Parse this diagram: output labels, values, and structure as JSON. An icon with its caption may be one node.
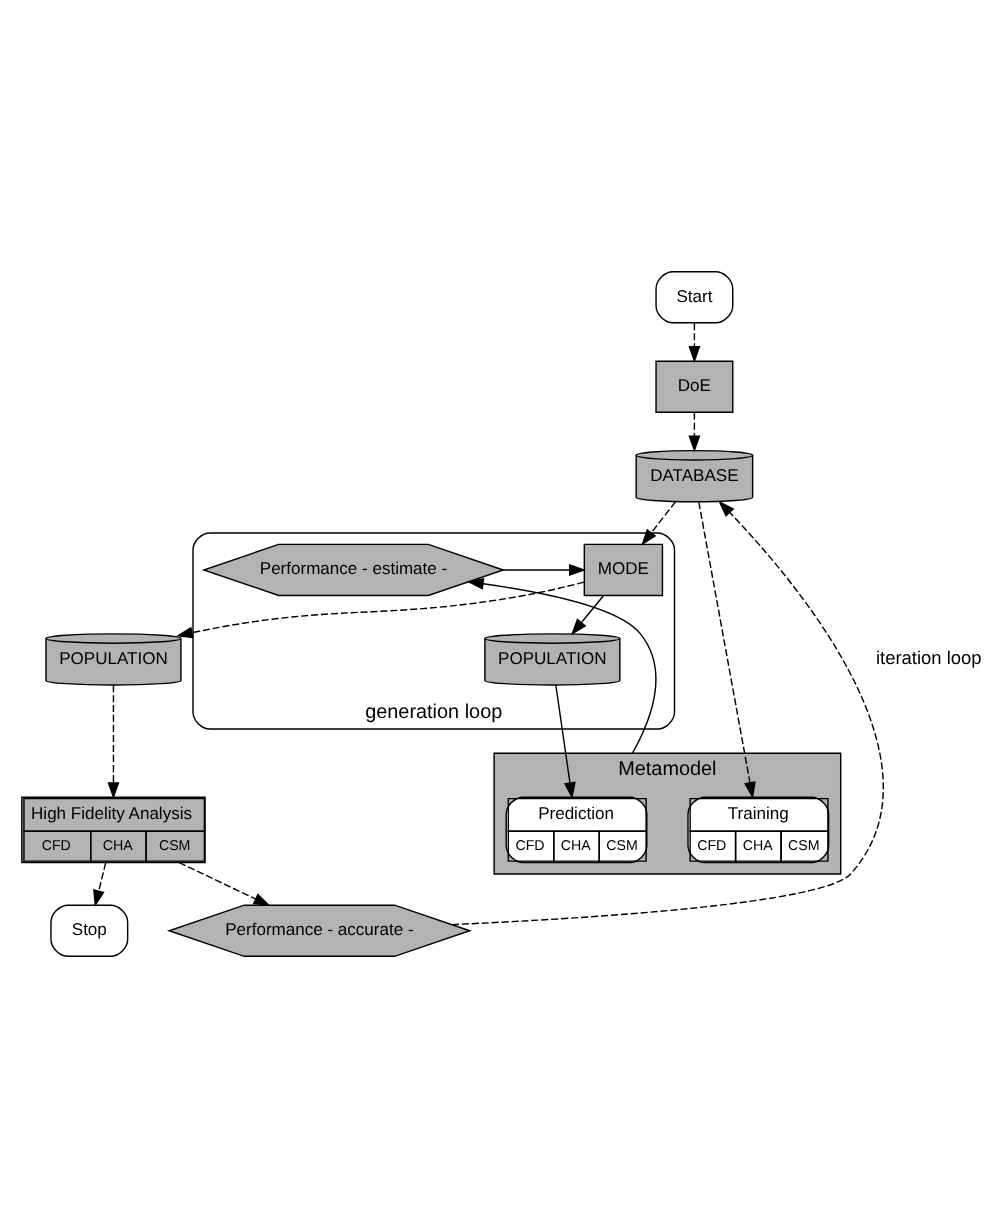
{
  "diagram": {
    "nodes": [
      {
        "text": [
          "Start"
        ]
      },
      {
        "text": [
          "DoE"
        ]
      },
      {
        "text": [
          "DATABASE"
        ]
      },
      {
        "text": [
          "Metamodel"
        ]
      },
      {
        "text": [
          "Training",
          "CFD",
          "CHA",
          "CSM"
        ],
        "in": 3
      },
      {
        "text": [
          "Prediction",
          "CFD",
          "CHA",
          "CSM"
        ],
        "in": 3
      },
      {
        "text": [
          "generation loop"
        ]
      },
      {
        "text": [
          "POPULATION"
        ],
        "in": 6
      },
      {
        "text": [
          "MODE"
        ],
        "in": 6
      },
      {
        "text": [
          "Performance - estimate -"
        ],
        "in": 6
      },
      {
        "text": [
          "POPULATION"
        ]
      },
      {
        "text": [
          "High Fidelity Analysis",
          "CFD",
          "CHA",
          "CSM"
        ]
      },
      {
        "text": [
          "Performance - accurate -"
        ]
      },
      {
        "text": [
          "Stop"
        ]
      }
    ],
    "edges": [
      {
        "from": 0,
        "to": 1,
        "arrow": "to",
        "style": "dashed"
      },
      {
        "from": 1,
        "to": 2,
        "arrow": "to",
        "style": "dashed"
      },
      {
        "from": 2,
        "to": 4,
        "arrow": "to",
        "style": "dashed"
      },
      {
        "from": 2,
        "to": 8,
        "arrow": "to",
        "style": "dashed"
      },
      {
        "from": 8,
        "to": 7,
        "arrow": "to"
      },
      {
        "from": 7,
        "to": 5,
        "arrow": "to"
      },
      {
        "from": 3,
        "to": 9,
        "arrow": "to"
      },
      {
        "from": 9,
        "to": 8,
        "arrow": "to"
      },
      {
        "from": 8,
        "to": 10,
        "arrow": "to",
        "style": "dashed"
      },
      {
        "from": 10,
        "to": 11,
        "arrow": "to",
        "style": "dashed"
      },
      {
        "from": 11,
        "to": 12,
        "arrow": "to",
        "style": "dashed"
      },
      {
        "from": 12,
        "to": 2,
        "arrow": "to",
        "style": "dashed",
        "label": "iteration loop"
      },
      {
        "from": 11,
        "to": 13,
        "arrow": "to",
        "style": "dashed"
      }
    ]
  }
}
